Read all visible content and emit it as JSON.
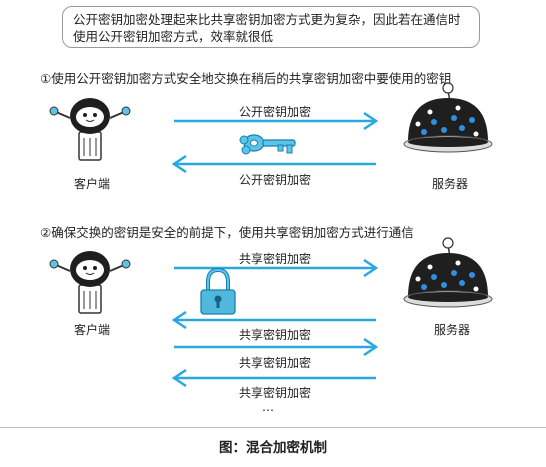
{
  "note": "公开密钥加密处理起来比共享密钥加密方式更为复杂，因此若在通信时使用公开密钥加密方式，效率就很低",
  "section1": {
    "title": "①使用公开密钥加密方式安全地交换在稍后的共享密钥加密中要使用的密钥",
    "arrow_top": "公开密钥加密",
    "arrow_bottom": "公开密钥加密",
    "client": "客户端",
    "server": "服务器"
  },
  "section2": {
    "title": "②确保交换的密钥是安全的前提下，使用共享密钥加密方式进行通信",
    "arrows": [
      "共享密钥加密",
      "共享密钥加密",
      "共享密钥加密",
      "共享密钥加密"
    ],
    "ellipsis": "…",
    "client": "客户端",
    "server": "服务器"
  },
  "caption": "图：混合加密机制",
  "colors": {
    "arrow": "#29a8e0",
    "key": "#5bc4e8",
    "lock": "#4fb8dc",
    "robot": "#1f1f1f",
    "server_lights": "#2f8fe0"
  }
}
